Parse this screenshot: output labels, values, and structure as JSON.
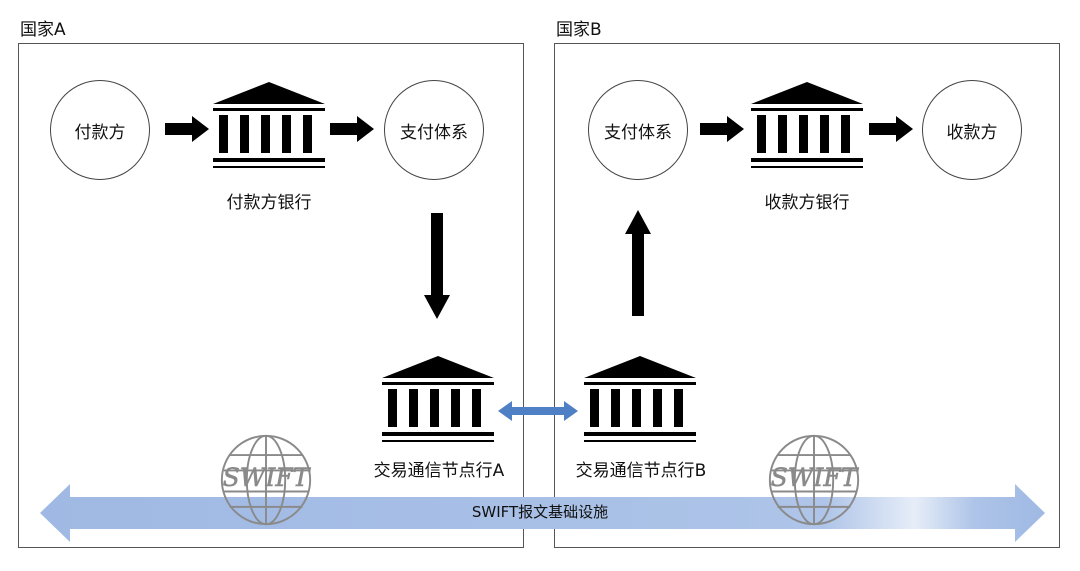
{
  "countries": {
    "a": {
      "label": "国家A"
    },
    "b": {
      "label": "国家B"
    }
  },
  "nodes": {
    "payer": "付款方",
    "payment_system_a": "支付体系",
    "payment_system_b": "支付体系",
    "payee": "收款方"
  },
  "banks": {
    "payer_bank": "付款方银行",
    "payee_bank": "收款方银行",
    "node_bank_a": "交易通信节点行A",
    "node_bank_b": "交易通信节点行B"
  },
  "swift": {
    "logo_text": "SWIFT",
    "infrastructure_label": "SWIFT报文基础设施"
  },
  "colors": {
    "banner": "#a9c1e6",
    "double_arrow": "#4f7fc4",
    "border": "#555555",
    "ink": "#111111",
    "logo": "#8a8a8a"
  },
  "icons": [
    "bank-icon",
    "arrow-right-icon",
    "arrow-down-icon",
    "arrow-up-icon",
    "double-arrow-icon",
    "swift-globe-icon"
  ]
}
